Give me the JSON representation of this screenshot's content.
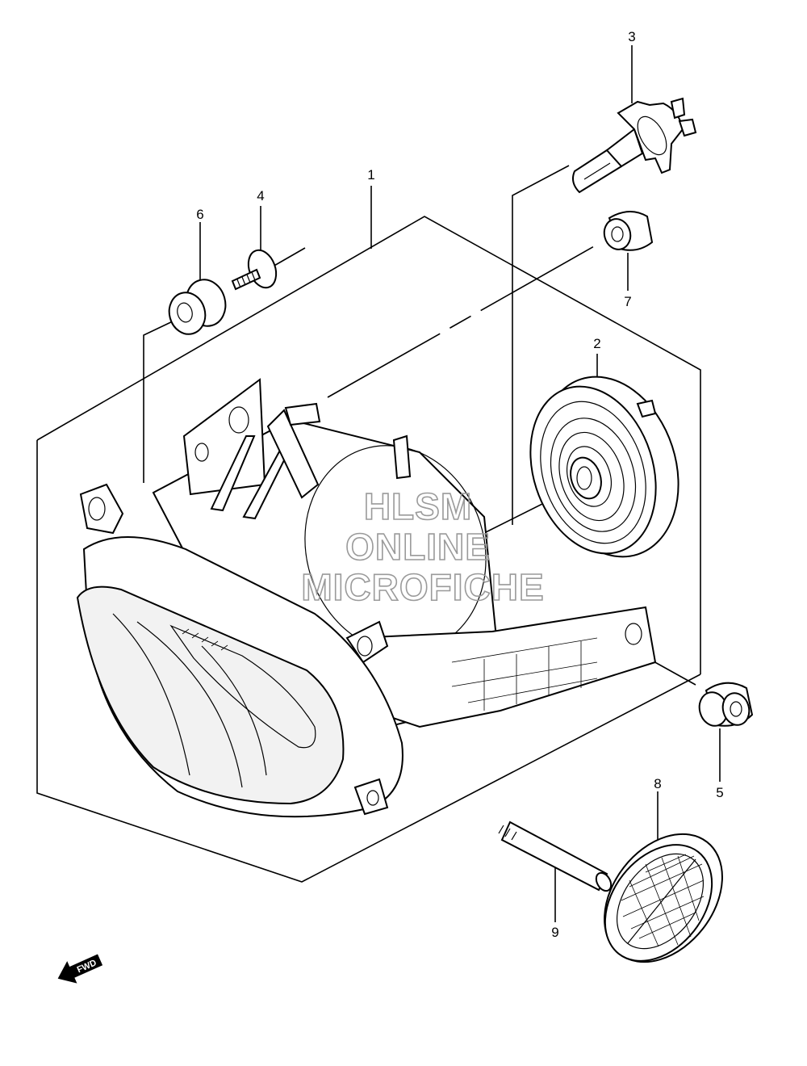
{
  "callouts": [
    "1",
    "2",
    "3",
    "4",
    "5",
    "6",
    "7",
    "8",
    "9"
  ],
  "watermark": {
    "line1": "HLSM",
    "line2": "ONLINE",
    "line3": "MICROFICHE"
  },
  "fwd_label": "FWD"
}
